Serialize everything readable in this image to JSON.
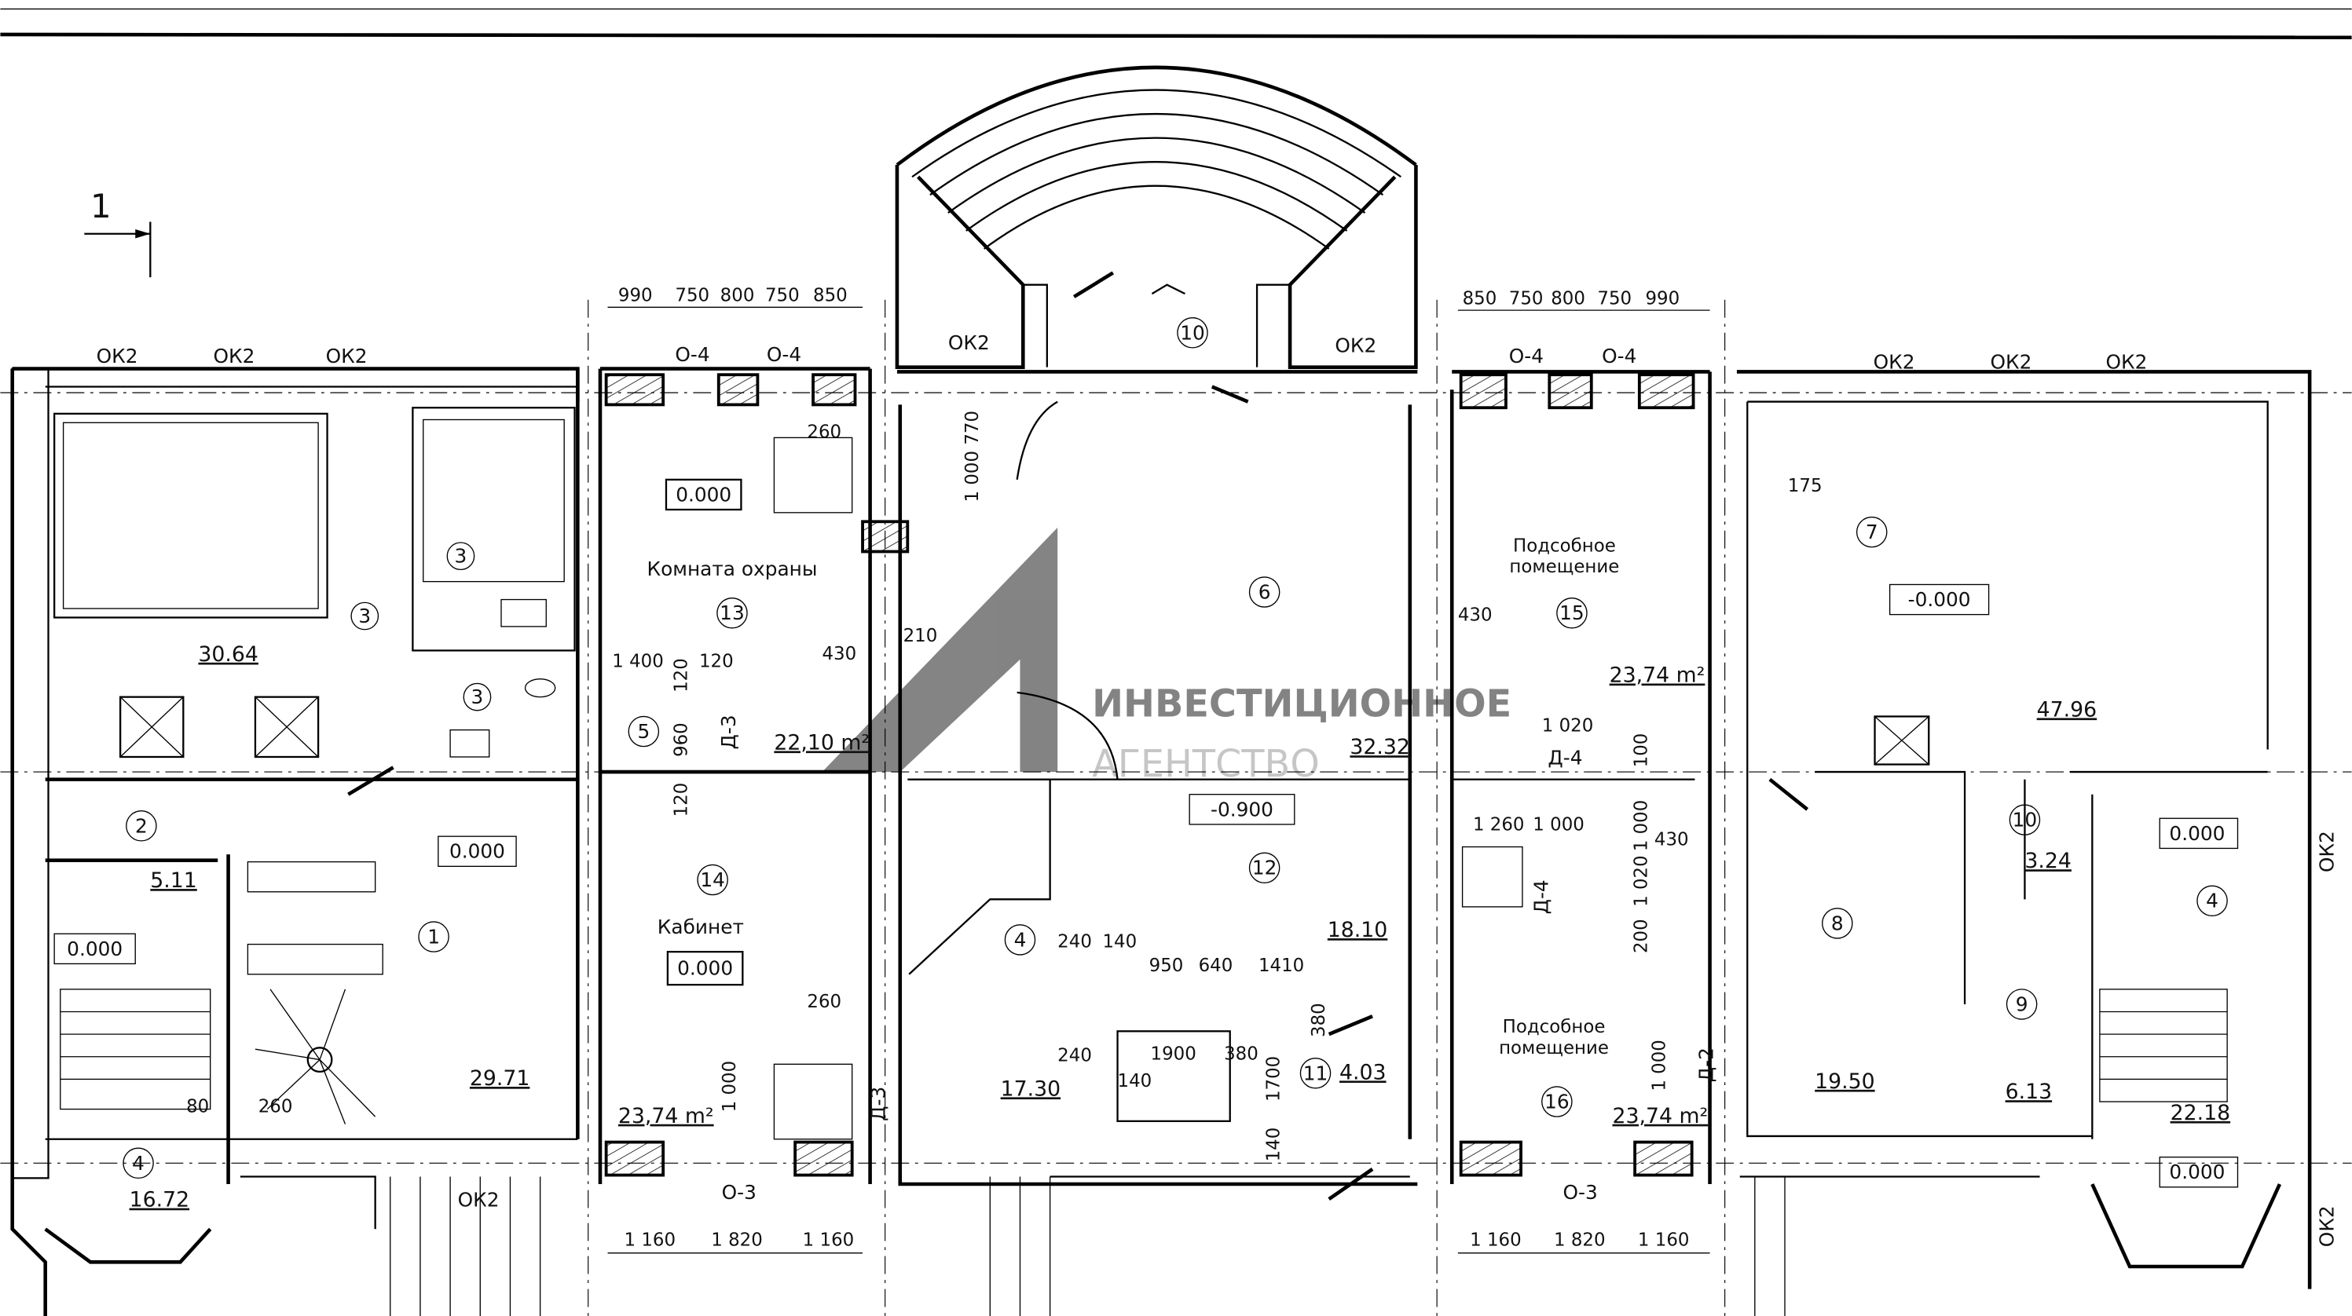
{
  "section_mark": "1",
  "watermark": {
    "line1": "ИНВЕСТИЦИОННОЕ",
    "line2": "АГЕНТСТВО"
  },
  "window_codes": {
    "ok2": "ОК2",
    "o4": "О-4",
    "o3": "О-3"
  },
  "door_codes": {
    "d2": "Д-2",
    "d3": "Д-3",
    "d4": "Д-4"
  },
  "rooms": {
    "r1": {
      "num": "1",
      "area": "29.71",
      "level": "0.000"
    },
    "r2": {
      "num": "2",
      "area": "5.11"
    },
    "r3": {
      "num": "3",
      "area": "30.64"
    },
    "r4a": {
      "num": "4",
      "area": "16.72",
      "level": "0.000"
    },
    "r4b": {
      "num": "4",
      "area": "17.30"
    },
    "r4c": {
      "num": "4",
      "area": "22.18",
      "level": "0.000",
      "level2": "0.000"
    },
    "r5": {
      "num": "5"
    },
    "r6": {
      "num": "6",
      "area": "32.32"
    },
    "r7": {
      "num": "7",
      "area": "47.96",
      "level": "-0.000"
    },
    "r8": {
      "num": "8",
      "area": "19.50"
    },
    "r9": {
      "num": "9",
      "area": "6.13"
    },
    "r10a": {
      "num": "10"
    },
    "r10b": {
      "num": "10",
      "area": "3.24"
    },
    "r11": {
      "num": "11",
      "area": "4.03"
    },
    "r12": {
      "num": "12",
      "area": "18.10",
      "level": "-0.900"
    },
    "r13": {
      "num": "13",
      "name": "Комната охраны",
      "area": "22,10 m²",
      "level": "0.000"
    },
    "r14": {
      "num": "14",
      "name": "Кабинет",
      "area": "23,74 m²",
      "level": "0.000"
    },
    "r15": {
      "num": "15",
      "name1": "Подсобное",
      "name2": "помещение",
      "area": "23,74 m²"
    },
    "r16": {
      "num": "16",
      "name1": "Подсобное",
      "name2": "помещение",
      "area": "23,74 m²"
    }
  },
  "dimensions": {
    "top_left": [
      "990",
      "750",
      "800",
      "750",
      "850"
    ],
    "top_right": [
      "850",
      "750",
      "800",
      "750",
      "990"
    ],
    "bottom_left": [
      "1 160",
      "1 820",
      "1 160"
    ],
    "bottom_right": [
      "1 160",
      "1 820",
      "1 160"
    ],
    "d260a": "260",
    "d1000_770": "1 000  770",
    "d175": "175",
    "d430a": "430",
    "d430b": "430",
    "d430c": "430",
    "d1400": "1 400",
    "d120a": "120",
    "d120b": "120",
    "d120c": "120",
    "d210": "210",
    "d960": "960",
    "d1020a": "1 020",
    "d1260": "1 260",
    "d1000a": "1 000",
    "d100": "100",
    "d1000b": "1 000",
    "d1020b": "1 020",
    "d200": "200",
    "d950": "950",
    "d640": "640",
    "d1410": "1410",
    "d240a": "240",
    "d140a": "140",
    "d240b": "240",
    "d140b": "140",
    "d1900": "1900",
    "d380a": "380",
    "d380b": "380",
    "d1700": "1700",
    "d140c": "140",
    "d260b": "260",
    "d1000c": "1 000",
    "d80": "80",
    "d260c": "260",
    "d1000d": "1 000"
  }
}
